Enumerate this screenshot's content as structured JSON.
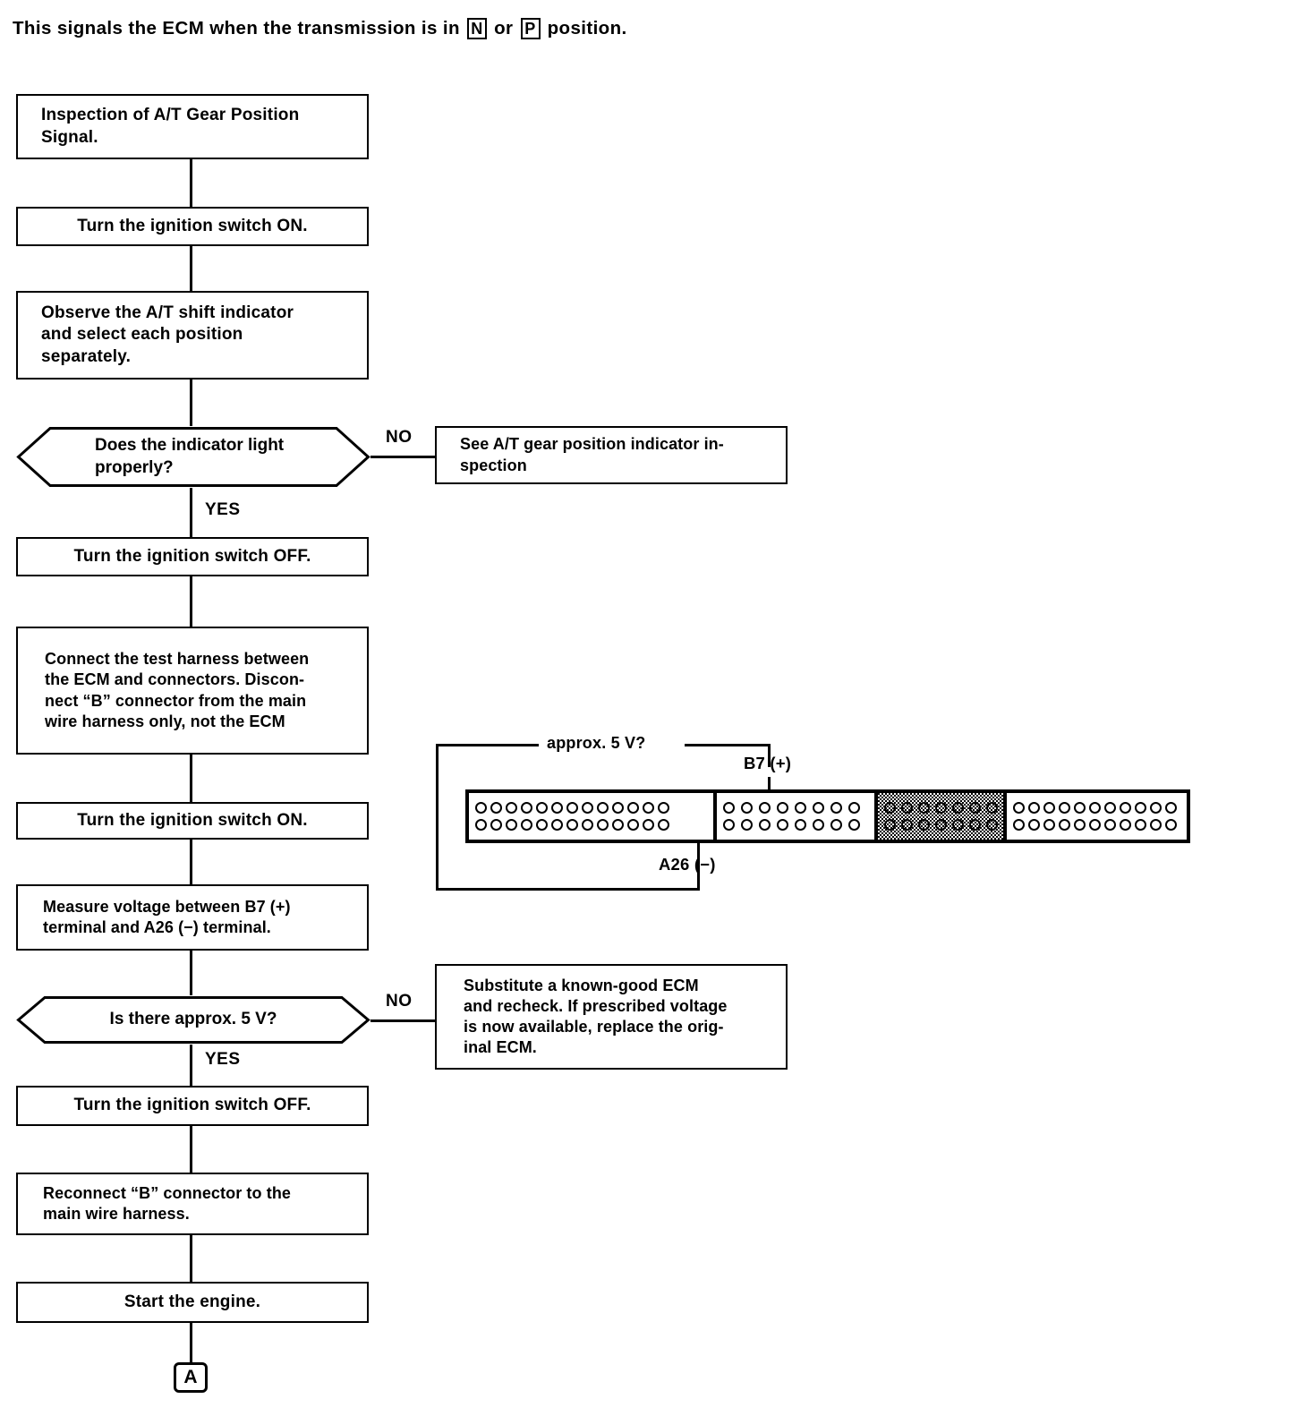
{
  "header": {
    "prefix": "This signals the ECM when the transmission is in ",
    "boxed_1": "N",
    "middle": " or ",
    "boxed_2": "P",
    "suffix": " position."
  },
  "flow": {
    "start_box": "Inspection of A/T Gear Position\nSignal.",
    "step_ignition_on_1": "Turn the ignition switch ON.",
    "step_observe": "Observe the A/T shift indicator\nand select each position\nseparately.",
    "decision_indicator": "Does the indicator light\nproperly?",
    "decision_indicator_no": "NO",
    "decision_indicator_yes": "YES",
    "result_indicator_no": "See A/T gear position indicator in-\nspection",
    "step_ignition_off_1": "Turn the ignition switch OFF.",
    "step_connect_harness": "Connect the test harness between\nthe ECM and connectors. Discon-\nnect “B” connector from the main\nwire harness only, not the ECM",
    "step_ignition_on_2": "Turn the ignition switch ON.",
    "step_measure": "Measure voltage between B7 (+)\nterminal and A26 (−) terminal.",
    "decision_voltage": "Is there approx. 5 V?",
    "decision_voltage_no": "NO",
    "decision_voltage_yes": "YES",
    "result_voltage_no": "Substitute a known-good ECM\nand recheck. If prescribed voltage\nis now available, replace the orig-\ninal ECM.",
    "step_ignition_off_2": "Turn the ignition switch OFF.",
    "step_reconnect": "Reconnect “B” connector to the\nmain wire harness.",
    "step_start_engine": "Start the engine.",
    "terminal_a": "A"
  },
  "connector": {
    "bracket_label": "approx. 5 V?",
    "positive_label": "B7 (+)",
    "negative_label": "A26 (−)",
    "segments": [
      {
        "name": "segment-a",
        "pins_per_row": 13,
        "rows": 2,
        "shaded": false
      },
      {
        "name": "segment-b",
        "pins_per_row": 8,
        "rows": 2,
        "shaded": false
      },
      {
        "name": "segment-c",
        "pins_per_row": 7,
        "rows": 2,
        "shaded": true
      },
      {
        "name": "segment-d",
        "pins_per_row": 11,
        "rows": 2,
        "shaded": false
      }
    ]
  },
  "colors": {
    "ink": "#000000",
    "paper": "#ffffff"
  }
}
